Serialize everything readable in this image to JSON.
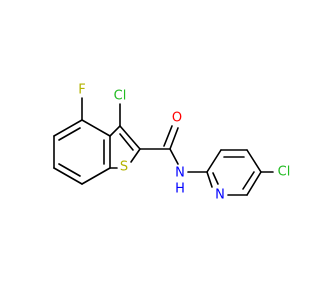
{
  "molecule": {
    "atoms": {
      "chlorine_top": {
        "label": "Cl",
        "color": "#22bb22"
      },
      "fluorine": {
        "label": "F",
        "color": "#b3b300"
      },
      "oxygen": {
        "label": "O",
        "color": "#ff0000"
      },
      "sulfur": {
        "label": "S",
        "color": "#b3b300"
      },
      "amide_nitrogen": {
        "label": "N",
        "color": "#0000ff"
      },
      "amide_hydrogen": {
        "label": "H",
        "color": "#0000ff"
      },
      "pyridine_nitrogen": {
        "label": "N",
        "color": "#0000ff"
      },
      "chlorine_pyridine": {
        "label": "Cl",
        "color": "#22bb22"
      }
    }
  }
}
